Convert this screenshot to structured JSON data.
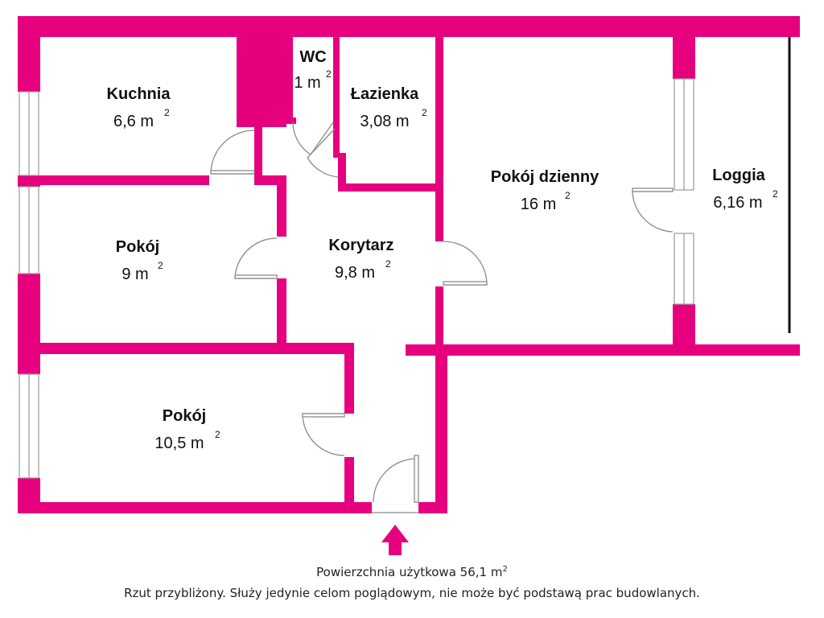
{
  "colors": {
    "wall": "#e6007e",
    "line": "#111111",
    "door": "#8a8a8a"
  },
  "rooms": {
    "kuchnia": {
      "name": "Kuchnia",
      "area": "6,6 m",
      "unit_exp": "2"
    },
    "wc": {
      "name": "WC",
      "area": "1 m",
      "unit_exp": "2"
    },
    "lazienka": {
      "name": "Łazienka",
      "area": "3,08 m",
      "unit_exp": "2"
    },
    "dzienny": {
      "name": "Pokój dzienny",
      "area": "16 m",
      "unit_exp": "2"
    },
    "loggia": {
      "name": "Loggia",
      "area": "6,16 m",
      "unit_exp": "2"
    },
    "pokoj1": {
      "name": "Pokój",
      "area": "9 m",
      "unit_exp": "2"
    },
    "korytarz": {
      "name": "Korytarz",
      "area": "9,8 m",
      "unit_exp": "2"
    },
    "pokoj2": {
      "name": "Pokój",
      "area": "10,5 m",
      "unit_exp": "2"
    }
  },
  "footer": {
    "total_area": "Powierzchnia użytkowa 56,1 m",
    "total_exp": "2",
    "disclaimer": "Rzut przybliżony. Służy jedynie celom poglądowym, nie może być podstawą prac budowlanych."
  },
  "icons": {
    "entrance": "entrance-arrow-icon"
  }
}
